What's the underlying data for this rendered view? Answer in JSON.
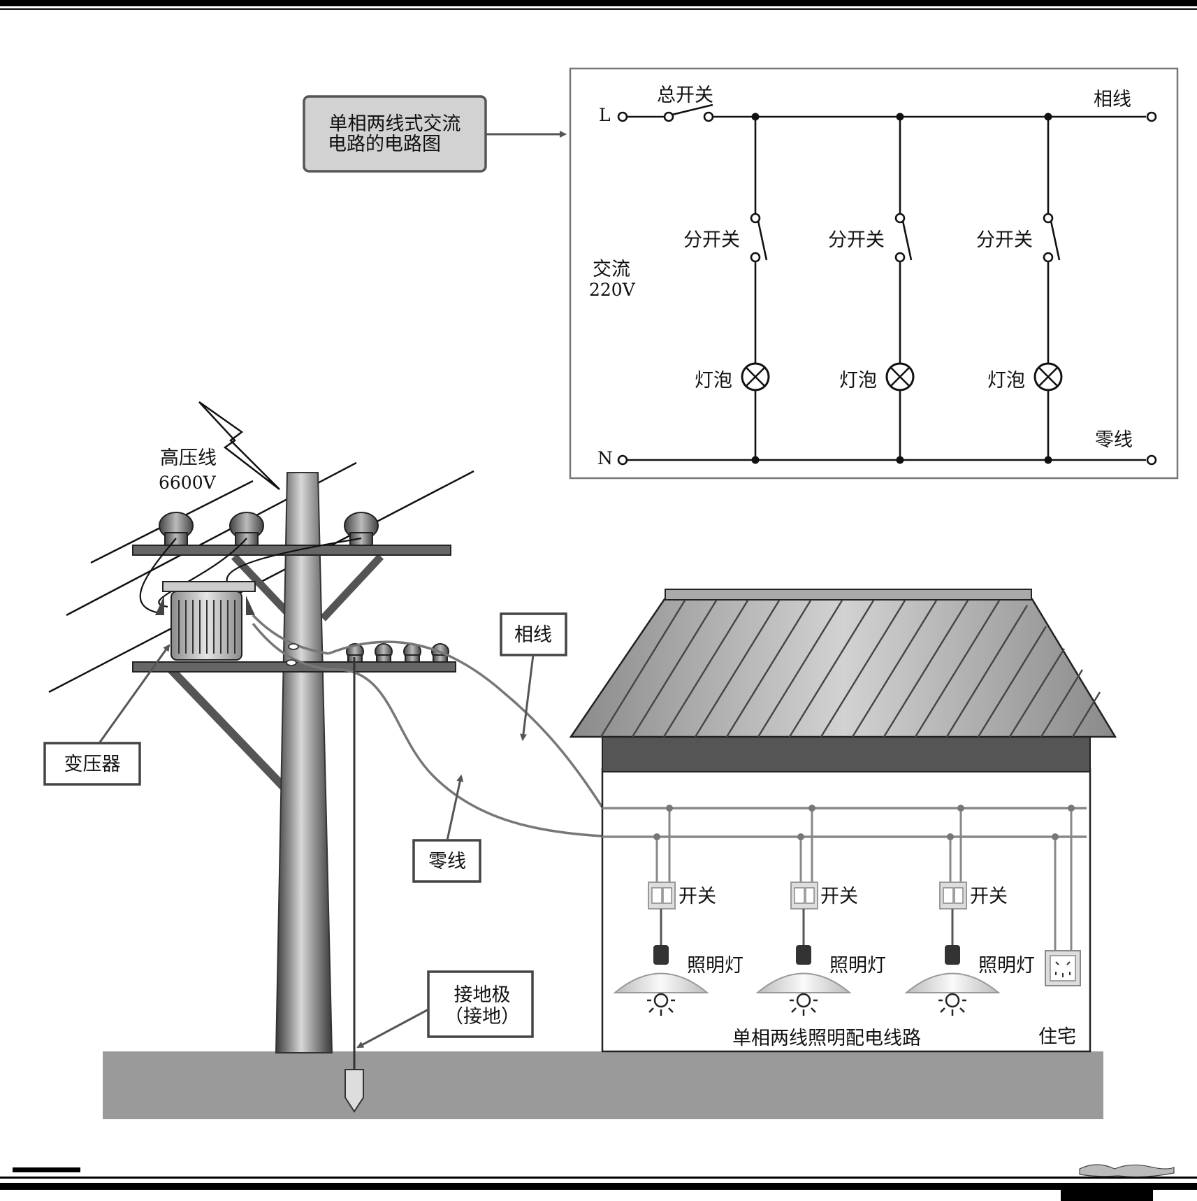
{
  "callout": {
    "line1": "单相两线式交流",
    "line2": "电路的电路图"
  },
  "schematic": {
    "terminal_l": "L",
    "terminal_n": "N",
    "main_switch": "总开关",
    "phase_wire": "相线",
    "neutral_wire": "零线",
    "ac_label": "交流",
    "voltage": "220V",
    "branches": [
      {
        "switch": "分开关",
        "bulb": "灯泡"
      },
      {
        "switch": "分开关",
        "bulb": "灯泡"
      },
      {
        "switch": "分开关",
        "bulb": "灯泡"
      }
    ]
  },
  "pole": {
    "hv_line": "高压线",
    "hv_voltage": "6600V",
    "transformer": "变压器",
    "phase_label": "相线",
    "neutral_label": "零线",
    "ground_line1": "接地极",
    "ground_line2": "（接地）"
  },
  "house": {
    "rooms": [
      {
        "switch": "开关",
        "lamp": "照明灯"
      },
      {
        "switch": "开关",
        "lamp": "照明灯"
      },
      {
        "switch": "开关",
        "lamp": "照明灯"
      }
    ],
    "caption": "单相两线照明配电线路",
    "residence": "住宅"
  }
}
